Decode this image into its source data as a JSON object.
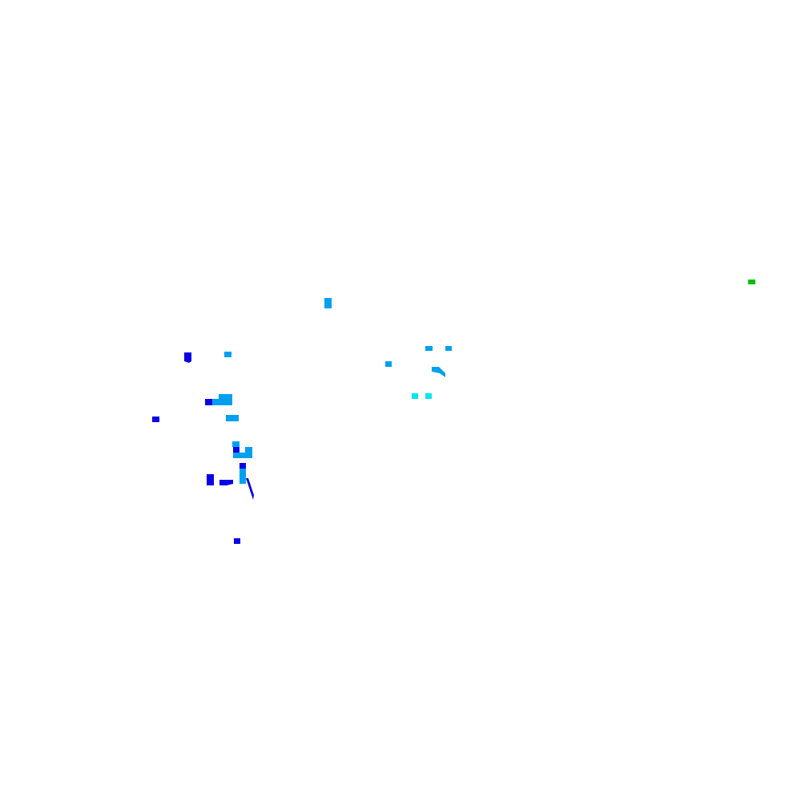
{
  "colors": {
    "background": "#ffffff",
    "deep_blue": "#0a00e6",
    "azure": "#00a0f0",
    "cyan": "#00e6f0",
    "green": "#00c000"
  },
  "features": [
    {
      "name": "feature-patch",
      "class": "deep_blue"
    },
    {
      "name": "feature-patch",
      "class": "azure"
    },
    {
      "name": "feature-patch",
      "class": "cyan"
    },
    {
      "name": "feature-patch",
      "class": "green"
    }
  ]
}
